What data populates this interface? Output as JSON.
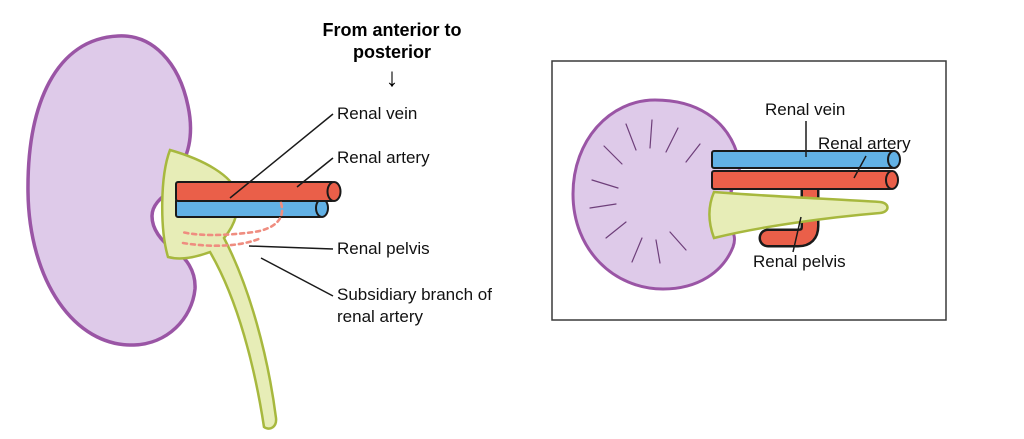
{
  "left_figure": {
    "heading": "From anterior to posterior",
    "labels": {
      "renal_vein": "Renal vein",
      "renal_artery": "Renal artery",
      "renal_pelvis": "Renal pelvis",
      "subsidiary_branch": "Subsidiary branch of renal artery"
    }
  },
  "right_figure": {
    "labels": {
      "renal_vein": "Renal vein",
      "renal_artery": "Renal artery",
      "renal_pelvis": "Renal pelvis"
    }
  },
  "icons": {
    "down_arrow": "↓"
  },
  "colors": {
    "kidney_fill": "#decae9",
    "kidney_outline": "#9a55a5",
    "vein_fill": "#62b1e5",
    "artery_fill": "#ea5f49",
    "pelvis_fill": "#e7edb7",
    "pelvis_outline": "#a7b83e",
    "dashed_branch": "#ef8d80",
    "line": "#1a1a1a",
    "frame": "#3a3a3a"
  }
}
